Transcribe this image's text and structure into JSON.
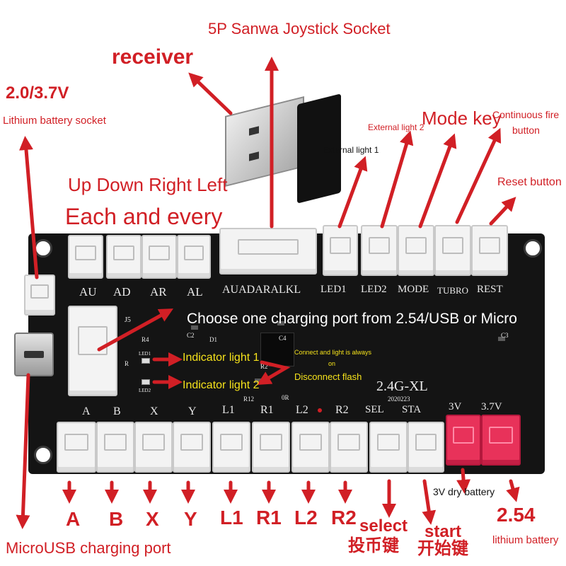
{
  "labels": {
    "joystick_socket": "5P Sanwa Joystick Socket",
    "receiver": "receiver",
    "voltage": "2.0/3.7V",
    "battery_socket": "Lithium battery socket",
    "external_light_2": "External light 2",
    "mode_key": "Mode key",
    "continuous_fire_1": "Continuous fire",
    "continuous_fire_2": "button",
    "external_light_1": "External light 1",
    "reset_button": "Reset button",
    "up_down_right_left": "Up Down Right Left",
    "each_and_every": "Each and every",
    "charging_port_choice": "Choose one charging port from 2.54/USB or Micro",
    "indicator_light_1": "Indicator light 1",
    "indicator_light_2": "Indicator light 2",
    "connect_always_on_1": "Connect and light is always",
    "connect_always_on_2": "on",
    "disconnect_flash": "Disconnect flash",
    "dry_battery": "3V dry battery",
    "pin_254": "2.54",
    "lithium_battery": "lithium battery",
    "microusb_port": "MicroUSB charging port",
    "select": "select",
    "select_cn": "投币键",
    "start": "start",
    "start_cn": "开始键"
  },
  "button_labels": [
    "A",
    "B",
    "X",
    "Y",
    "L1",
    "R1",
    "L2",
    "R2"
  ],
  "silkscreen": {
    "top_row": [
      "AU",
      "AD",
      "AR",
      "AL"
    ],
    "joystick": "AUADARALKL",
    "top_right": [
      "LED1",
      "LED2",
      "MODE",
      "TUBRO",
      "REST"
    ],
    "bottom_row": [
      "A",
      "B",
      "X",
      "Y",
      "L1",
      "R1",
      "L2",
      "R2",
      "SEL",
      "STA",
      "3V",
      "3.7V"
    ],
    "model": "2.4G-XL",
    "date": "2020223",
    "led1": "LED1",
    "led2": "LED2",
    "j5": "J5",
    "c2": "C2",
    "d1": "D1",
    "c4": "C4",
    "r4": "R4",
    "r2": "R2",
    "c3": "C3",
    "r": "R",
    "ior": "0R",
    "r12": "R12"
  },
  "colors": {
    "annotation": "#d11f25",
    "pcb": "#141414",
    "indicator_text": "#f5e21b"
  }
}
